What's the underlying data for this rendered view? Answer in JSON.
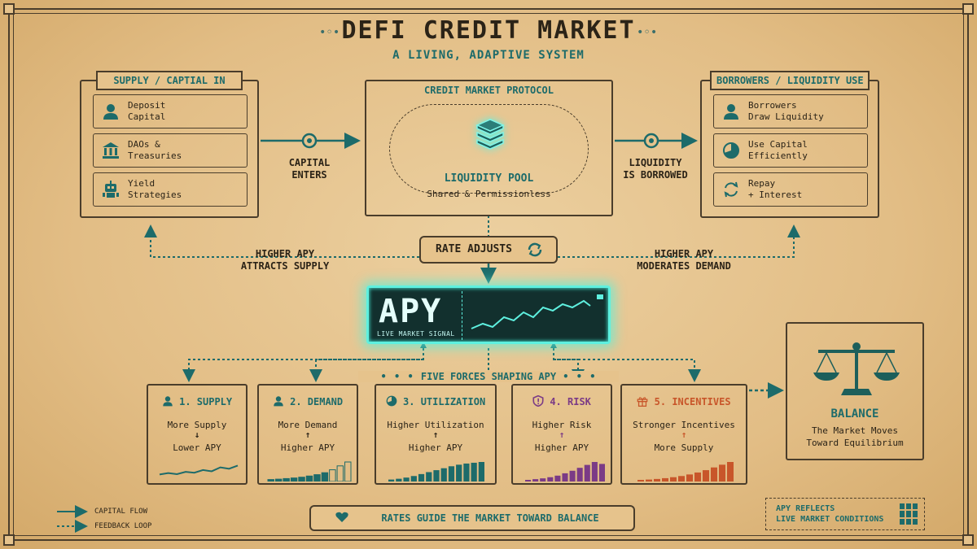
{
  "header": {
    "title": "DEFI CREDIT MARKET",
    "subtitle": "A LIVING, ADAPTIVE SYSTEM"
  },
  "supply": {
    "label": "SUPPLY / CAPTIAL IN",
    "items": [
      {
        "text": "Deposit\nCapital",
        "icon": "person-icon"
      },
      {
        "text": "DAOs &\nTreasuries",
        "icon": "bank-icon"
      },
      {
        "text": "Yield\nStrategies",
        "icon": "robot-icon"
      }
    ]
  },
  "borrowers": {
    "label": "BORROWERS / LIQUIDITY USE",
    "items": [
      {
        "text": "Borrowers\nDraw Liquidity",
        "icon": "person-icon"
      },
      {
        "text": "Use Capital\nEfficiently",
        "icon": "pie-chart-icon"
      },
      {
        "text": "Repay\n+ Interest",
        "icon": "refresh-icon"
      }
    ]
  },
  "protocol": {
    "label": "CREDIT MARKET PROTOCOL",
    "pool_title": "LIQUIDITY POOL",
    "pool_sub": "Shared & Permissionless",
    "icon": "layers-icon"
  },
  "flows": {
    "capital_enters": "CAPITAL\nENTERS",
    "liquidity_borrowed": "LIQUIDITY\nIS BORROWED",
    "attracts_supply": "HIGHER APY\nATTRACTS SUPPLY",
    "moderates_demand": "HIGHER APY\nMODERATES DEMAND",
    "rate_adjusts": "RATE ADJUSTS"
  },
  "apy": {
    "big": "APY",
    "small": "LIVE MARKET SIGNAL"
  },
  "forces": {
    "heading": "FIVE FORCES SHAPING APY",
    "items": [
      {
        "title": "1. SUPPLY",
        "line1": "More Supply",
        "arrow": "↓",
        "line2": "Lower APY",
        "icon": "person-icon",
        "color": "#1d6b6a",
        "bars": "line",
        "levels": [
          0.3,
          0.38,
          0.32,
          0.45,
          0.4,
          0.55,
          0.48,
          0.7,
          0.62,
          0.8
        ]
      },
      {
        "title": "2. DEMAND",
        "line1": "More Demand",
        "arrow": "↑",
        "line2": "Higher APY",
        "icon": "person-icon",
        "color": "#1d6b6a",
        "bars": "outline",
        "levels": [
          0.1,
          0.12,
          0.15,
          0.18,
          0.22,
          0.28,
          0.35,
          0.45,
          0.6,
          0.8,
          1.0
        ]
      },
      {
        "title": "3. UTILIZATION",
        "line1": "Higher Utilization",
        "arrow": "↑",
        "line2": "Higher APY",
        "icon": "pie-chart-icon",
        "color": "#1d6b6a",
        "bars": "solid",
        "levels": [
          0.1,
          0.14,
          0.2,
          0.28,
          0.38,
          0.48,
          0.58,
          0.68,
          0.78,
          0.86,
          0.92,
          0.96,
          1.0
        ]
      },
      {
        "title": "4. RISK",
        "line1": "Higher Risk",
        "arrow": "↑",
        "line2": "Higher APY",
        "icon": "shield-alert-icon",
        "color": "#7b3b86",
        "bars": "solid",
        "levels": [
          0.08,
          0.12,
          0.16,
          0.22,
          0.3,
          0.42,
          0.55,
          0.7,
          0.85,
          1.0,
          0.9
        ]
      },
      {
        "title": "5. INCENTIVES",
        "line1": "Stronger Incentives",
        "arrow": "↑",
        "line2": "More Supply",
        "icon": "gift-icon",
        "color": "#c8562a",
        "bars": "solid",
        "levels": [
          0.08,
          0.1,
          0.13,
          0.17,
          0.22,
          0.28,
          0.36,
          0.46,
          0.58,
          0.72,
          0.86,
          1.0
        ]
      }
    ]
  },
  "balance": {
    "title": "BALANCE",
    "sub": "The Market Moves\nToward Equilibrium",
    "icon": "scale-icon"
  },
  "footer": {
    "banner": "RATES GUIDE THE MARKET TOWARD BALANCE",
    "legend_capital": "CAPITAL FLOW",
    "legend_feedback": "FEEDBACK LOOP",
    "apy_reflects": "APY REFLECTS\nLIVE MARKET CONDITIONS"
  },
  "colors": {
    "teal": "#1d6b6a",
    "ink": "#2b2317",
    "purple": "#7b3b86",
    "orange": "#c8562a",
    "glow": "#5ef0df"
  }
}
